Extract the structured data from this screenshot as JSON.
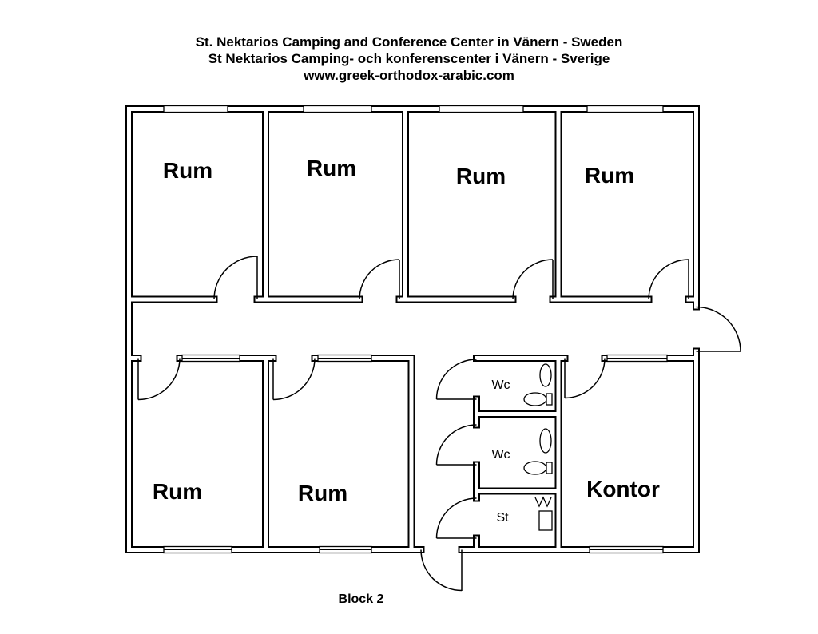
{
  "header": {
    "title_en": "St. Nektarios Camping and Conference Center in Vänern - Sweden",
    "title_sv": "St Nektarios Camping- och konferenscenter i Vänern - Sverige",
    "website": "www.greek-orthodox-arabic.com"
  },
  "rooms": {
    "top_row": [
      {
        "label": "Rum"
      },
      {
        "label": "Rum"
      },
      {
        "label": "Rum"
      },
      {
        "label": "Rum"
      }
    ],
    "bottom_row": [
      {
        "label": "Rum"
      },
      {
        "label": "Rum"
      },
      {
        "label": "Kontor"
      }
    ]
  },
  "facilities": [
    {
      "label": "Wc"
    },
    {
      "label": "Wc"
    },
    {
      "label": "St"
    }
  ],
  "footer": {
    "block_label": "Block 2"
  }
}
